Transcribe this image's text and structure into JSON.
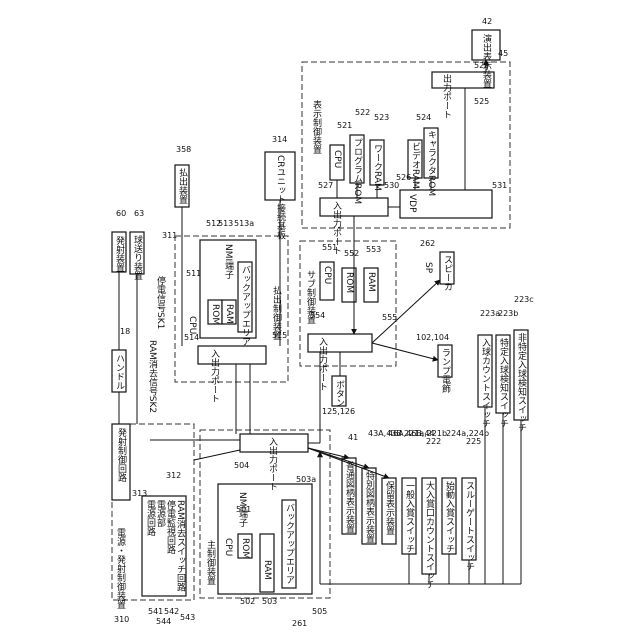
{
  "ref": {
    "r42": "42",
    "r45": "45",
    "r521": "521",
    "r522": "522",
    "r523": "523",
    "r524": "524",
    "r525": "525",
    "r526": "526",
    "r527": "527",
    "r529": "529",
    "r530": "530",
    "r531": "531",
    "r314": "314",
    "r358": "358",
    "r311": "311",
    "r512": "512",
    "r513": "513",
    "r513a": "513a",
    "r511": "511",
    "r514": "514",
    "r515": "515",
    "r60": "60",
    "r63": "63",
    "r18": "18",
    "r551": "551",
    "r552": "552",
    "r553": "553",
    "r554": "554",
    "r555": "555",
    "r262": "262",
    "r102": "102,104",
    "r125": "125,126",
    "r41": "41",
    "r43": "43A,43B",
    "r46": "46A,46B,44",
    "r221": "221a,221b",
    "r222": "222",
    "r224": "224a,224b",
    "r225": "225",
    "r223a": "223a",
    "r223b": "223b",
    "r223c": "223c",
    "r313": "313",
    "r312": "312",
    "r310": "310",
    "r504": "504",
    "r501": "501",
    "r503a": "503a",
    "r502": "502",
    "r503": "503",
    "r505": "505",
    "r261": "261",
    "r541": "541",
    "r544": "544",
    "r542": "542",
    "r543": "543"
  },
  "boxes": {
    "effect_display": "演出表示装置",
    "display_control": "表示制御装置",
    "cpu": "CPU",
    "program_rom": "プログラムROM",
    "work_ram": "ワークRAM",
    "video_ram": "ビデオRAM",
    "character_rom": "キャラクタROM",
    "vdp": "VDP",
    "io_port": "入出力ポート",
    "output_port": "出力ポート",
    "cr_unit": "CRユニット接続基板",
    "payout_device": "払出装置",
    "payout_control": "払出制御装置",
    "nmi": "NMI端子",
    "rom": "ROM",
    "ram": "RAM",
    "backup_area": "バックアップエリア",
    "launch_device": "発射装置",
    "ball_feed": "球送り装置",
    "handle": "ハンドル",
    "launch_control": "発射制御回路",
    "stop_signal": "停電信号SK1",
    "ram_clear_signal": "RAM消去信号SK2",
    "sub_control": "サブ制御装置",
    "sp": "SP",
    "speaker": "スピーカ",
    "lamp": "ランプ電飾",
    "button": "ボタン",
    "normal_display": "普通図柄表示装置",
    "special_display": "特別図柄表示装置",
    "hold_display": "保留表示装置",
    "general_win_switch": "一般入賞スイッチ",
    "big_winner_count_switch": "大入賞口カウントスイッチ",
    "starting_switch": "始動入賞スイッチ",
    "through_gate_switch": "スルーゲートスイッチ",
    "ball_count_switch": "入球カウントスイッチ",
    "specific_ball_switch": "特定入球検知スイッチ",
    "non_specific_ball_switch": "非特定入球検知スイッチ",
    "power_launch": "電源・発射制御装置",
    "power_circuit": "電源回路",
    "power_unit": "電源部",
    "outage_monitor": "停電監視回路",
    "ram_clear_switch": "RAM消去スイッチ回路",
    "main_control": "主制御装置"
  }
}
